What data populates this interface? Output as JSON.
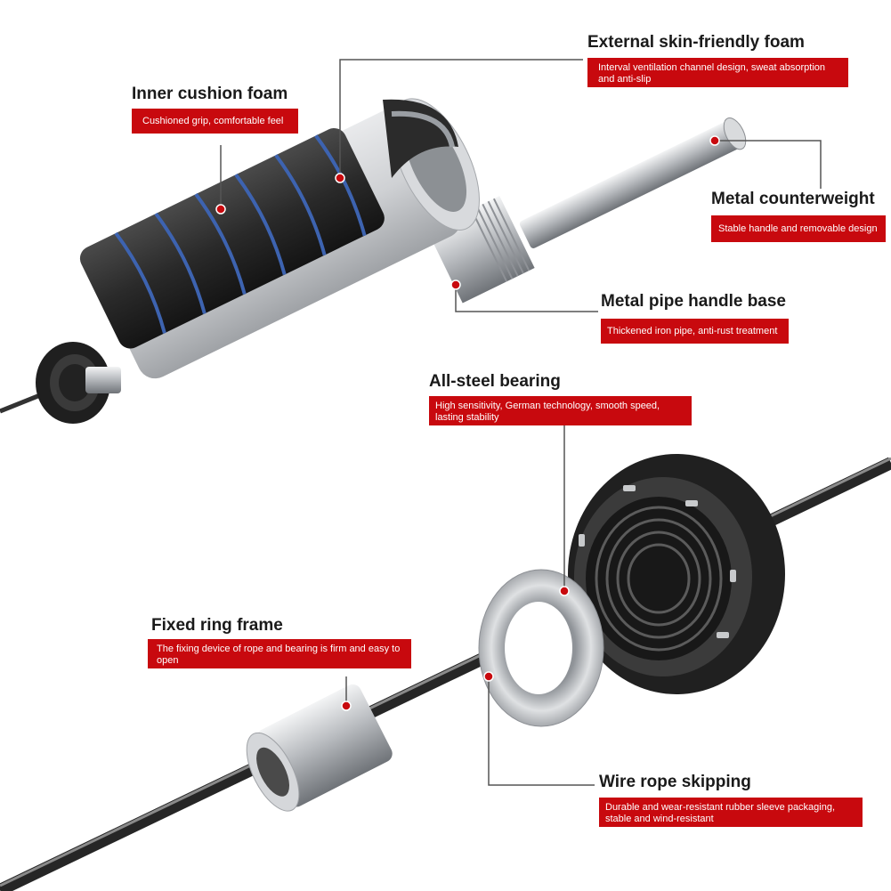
{
  "callouts": {
    "external_foam": {
      "title": "External skin-friendly foam",
      "desc": "Interval ventilation channel design, sweat absorption and anti-slip"
    },
    "inner_foam": {
      "title": "Inner cushion foam",
      "desc": "Cushioned grip, comfortable feel"
    },
    "counterweight": {
      "title": "Metal counterweight",
      "desc": "Stable handle and removable design"
    },
    "pipe_base": {
      "title": "Metal pipe handle base",
      "desc": "Thickened iron pipe, anti-rust treatment"
    },
    "bearing": {
      "title": "All-steel bearing",
      "desc": "High sensitivity, German technology, smooth speed, lasting stability"
    },
    "ring_frame": {
      "title": "Fixed ring frame",
      "desc": "The fixing device of rope and bearing is firm and easy to open"
    },
    "wire_rope": {
      "title": "Wire rope skipping",
      "desc": "Durable and wear-resistant rubber sleeve packaging, stable and wind-resistant"
    }
  },
  "colors": {
    "label_red": "#c8090e",
    "leader_line": "#555555",
    "foam_black": "#2b2b2b",
    "foam_blue_stripe": "#3d63b0",
    "metal": "#c9cbce"
  }
}
